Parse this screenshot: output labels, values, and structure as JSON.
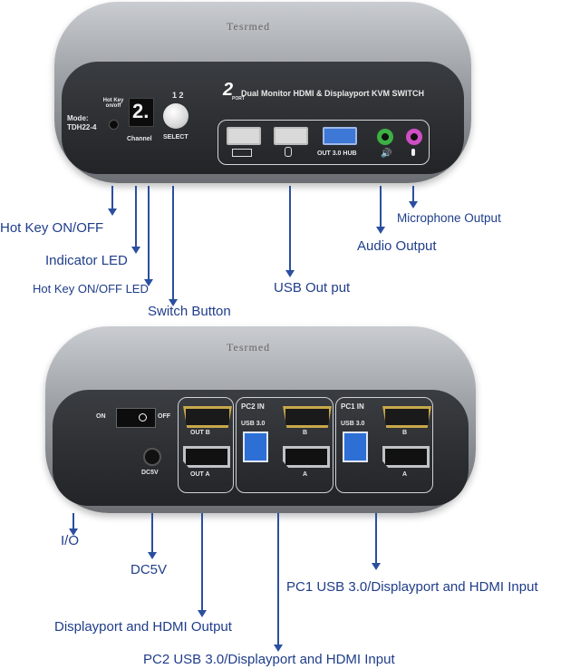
{
  "top_device": {
    "brand": "Tesrmed",
    "model_label": "Mode:",
    "model_code": "TDH22-4",
    "hotkey_label": "Hot Key on/off",
    "display_digit": "2.",
    "channel_label": "Channel",
    "select_numbers": "1 2",
    "select_label": "SELECT",
    "title_port": "2",
    "title_port_sub": "PORT",
    "title": "Dual Monitor HDMI & Displayport KVM SWITCH",
    "usb_hub_label": "OUT 3.0 HUB"
  },
  "top_callouts": {
    "hotkey": "Hot Key ON/OFF",
    "indicator": "Indicator LED",
    "hotkey_led": "Hot Key ON/OFF LED",
    "switch": "Switch Button",
    "usb_out": "USB Out put",
    "mic": "Microphone Output",
    "audio": "Audio Output"
  },
  "bottom_device": {
    "brand": "Tesrmed",
    "on_label": "ON",
    "off_label": "OFF",
    "dc_label": "DC5V",
    "out_b": "OUT B",
    "out_a": "OUT A",
    "pc2_label": "PC2 IN",
    "pc1_label": "PC1 IN",
    "usb30": "USB 3.0",
    "port_b": "B",
    "port_a": "A"
  },
  "bottom_callouts": {
    "io": "I/O",
    "dc5v": "DC5V",
    "pc1": "PC1 USB 3.0/Displayport and HDMI Input",
    "output": "Displayport and HDMI Output",
    "pc2": "PC2 USB 3.0/Displayport and HDMI Input"
  },
  "colors": {
    "callout": "#1f3d8a",
    "audio_jack": "#3cb043",
    "mic_jack": "#d04ec4"
  }
}
